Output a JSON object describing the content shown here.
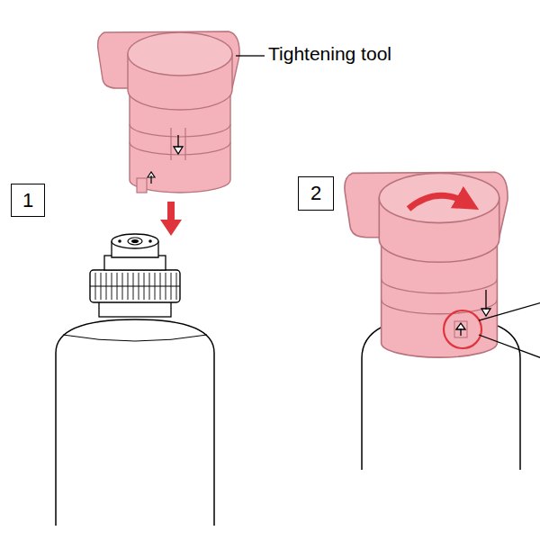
{
  "diagram": {
    "nodes": [
      {
        "text": [
          "1"
        ]
      },
      {
        "text": [
          "2"
        ]
      }
    ],
    "labels": [
      "Tightening tool"
    ]
  }
}
